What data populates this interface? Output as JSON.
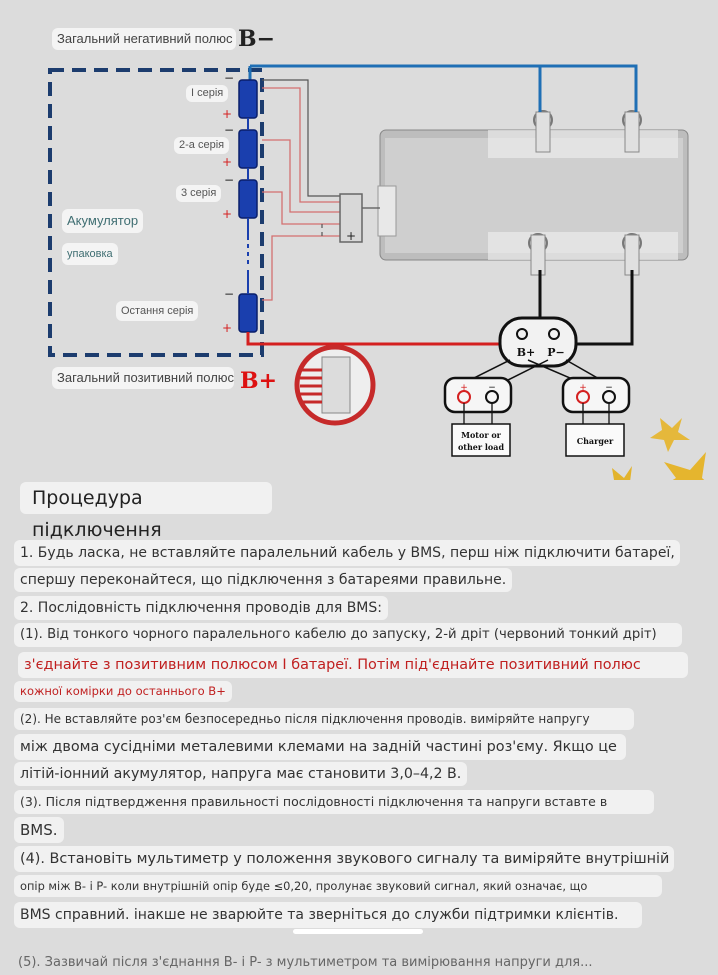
{
  "diagram": {
    "neg_pole_label": "Загальний негативний полюс",
    "neg_pole_symbol": "B−",
    "pos_pole_label": "Загальний позитивний полюс",
    "pos_pole_symbol": "B+",
    "series_1": "I серія",
    "series_2": "2-а серія",
    "series_3": "3 серія",
    "series_last": "Остання серія",
    "battery_label": "Акумулятор",
    "pack_label": "упаковка",
    "plus": "+",
    "minus": "−",
    "connector_bplus": "B+",
    "connector_pminus": "P−",
    "load_label_1": "Motor or",
    "load_label_2": "other load",
    "charger_label": "Charger",
    "colors": {
      "blue": "#1f6fb5",
      "red": "#d42020",
      "black": "#111111"
    }
  },
  "title": "Процедура підключення",
  "lines": [
    "1. Будь ласка, не вставляйте паралельний кабель у BMS, перш ніж підключити батареї,",
    "спершу переконайтеся, що підключення з батареями правильне.",
    "2. Послідовність підключення проводів для BMS:",
    "(1). Від тонкого чорного паралельного кабелю до запуску, 2-й дріт (червоний тонкий дріт)",
    "з'єднайте з позитивним полюсом I батареї. Потім під'єднайте позитивний полюс",
    "кожної комірки до останнього В+",
    "(2). Не вставляйте роз'єм безпосередньо після підключення проводів. виміряйте напругу",
    "між двома сусідніми металевими клемами на задній частині роз'єму. Якщо це",
    "літій-іонний акумулятор, напруга має становити 3,0–4,2 В.",
    "(3). Після підтвердження правильності послідовності підключення та напруги вставте в",
    "BMS.",
    "(4). Встановіть мультиметр у положення звукового сигналу та виміряйте внутрішній",
    "опір між B- і P- коли внутрішній опір буде ≤0,20, пролунає звуковий сигнал, який означає, що",
    "BMS справний. інакше не зварюйте та зверніться до служби підтримки клієнтів."
  ],
  "cut_line": "(5). Зазвичай після з'єднання B- і P- з мультиметром та вимірювання напруги для..."
}
